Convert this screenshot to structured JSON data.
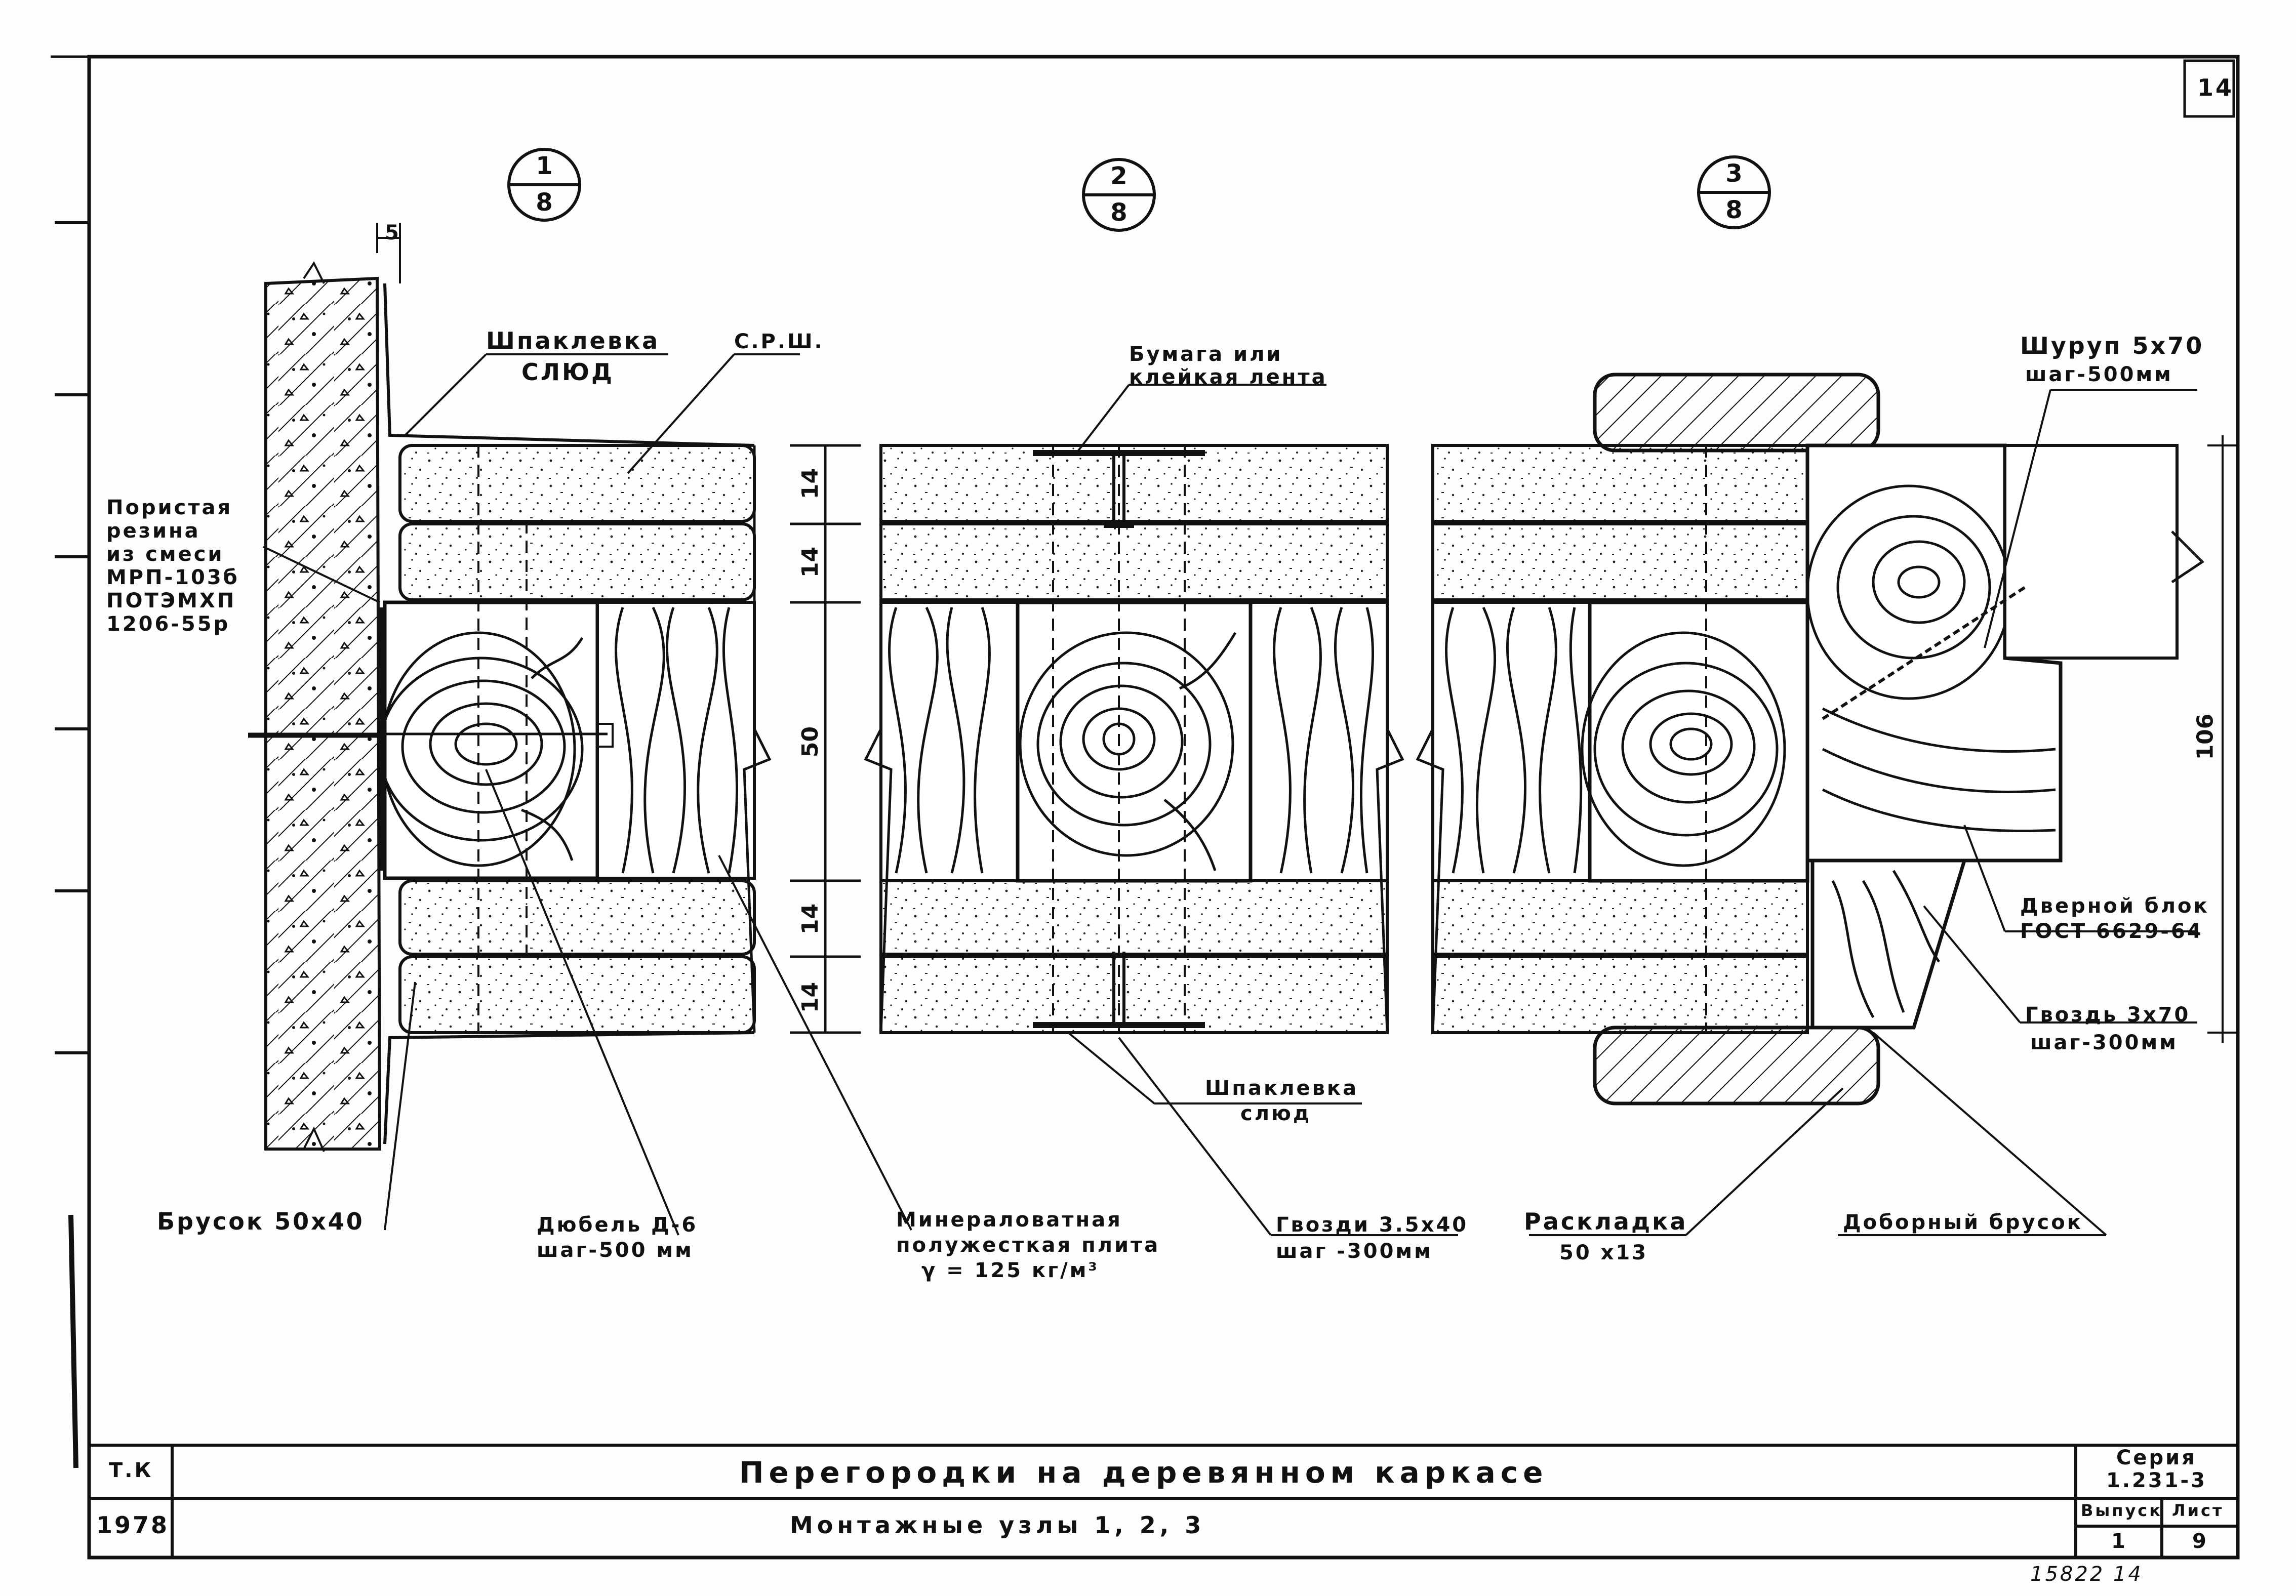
{
  "sheet_number": "14",
  "sections": [
    {
      "top": "1",
      "bottom": "8"
    },
    {
      "top": "2",
      "bottom": "8"
    },
    {
      "top": "3",
      "bottom": "8"
    }
  ],
  "dims": {
    "gap": "5",
    "l1": "14",
    "l2": "14",
    "l3": "50",
    "l4": "14",
    "l5": "14",
    "total": "106"
  },
  "labels": {
    "putty1_a": "Шпаклевка",
    "putty1_b": "СЛЮД",
    "sprsh": "С.Р.Ш.",
    "paper_a": "Бумага или",
    "paper_b": "клейкая лента",
    "screw_a": "Шуруп 5х70",
    "screw_b": "шаг-500мм",
    "rubber_1": "Пористая",
    "rubber_2": "резина",
    "rubber_3": "из смеси",
    "rubber_4": "МРП-103б",
    "rubber_5": "ПОТЭМХП",
    "rubber_6": "1206-55р",
    "doorbox_a": "Дверной блок",
    "doorbox_b": "ГОСТ 6629-64",
    "nail_a": "Гвоздь 3х70",
    "nail_b": "шаг-300мм",
    "putty2_a": "Шпаклевка",
    "putty2_b": "слюд",
    "bar": "Брусок 50х40",
    "dowel_a": "Дюбель Д-6",
    "dowel_b": "шаг-500 мм",
    "wool_a": "Минераловатная",
    "wool_b": "полужесткая плита",
    "wool_c": "γ = 125 кг/м³",
    "nails_a": "Гвозди 3.5х40",
    "nails_b": "шаг -300мм",
    "layout_a": "Раскладка",
    "layout_b": "50 х13",
    "extra_bar": "Доборный брусок"
  },
  "title_block": {
    "tk": "Т.К",
    "year": "1978",
    "title": "Перегородки на деревянном каркасе",
    "subtitle": "Монтажные узлы 1, 2, 3",
    "series_label": "Серия",
    "series_value": "1.231-3",
    "issue_label": "Выпуск",
    "issue_value": "1",
    "sheet_label": "Лист",
    "sheet_value": "9"
  },
  "stamp": "15822  14"
}
